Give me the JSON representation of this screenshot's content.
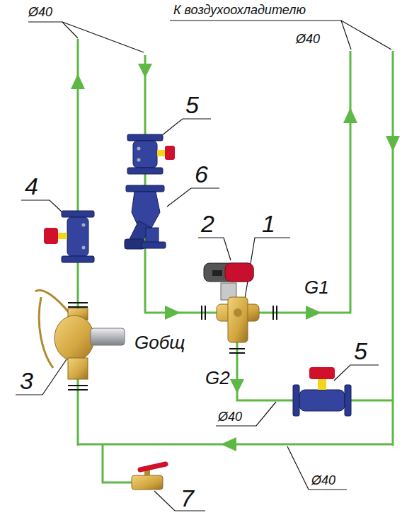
{
  "diagram": {
    "labels": [
      "Ø40",
      "К воздухоохладителю",
      "Ø40",
      "5",
      "6",
      "4",
      "2",
      "1",
      "G1",
      "3",
      "Gобщ",
      "G2",
      "5",
      "Ø40",
      "Ø40",
      "7"
    ]
  }
}
